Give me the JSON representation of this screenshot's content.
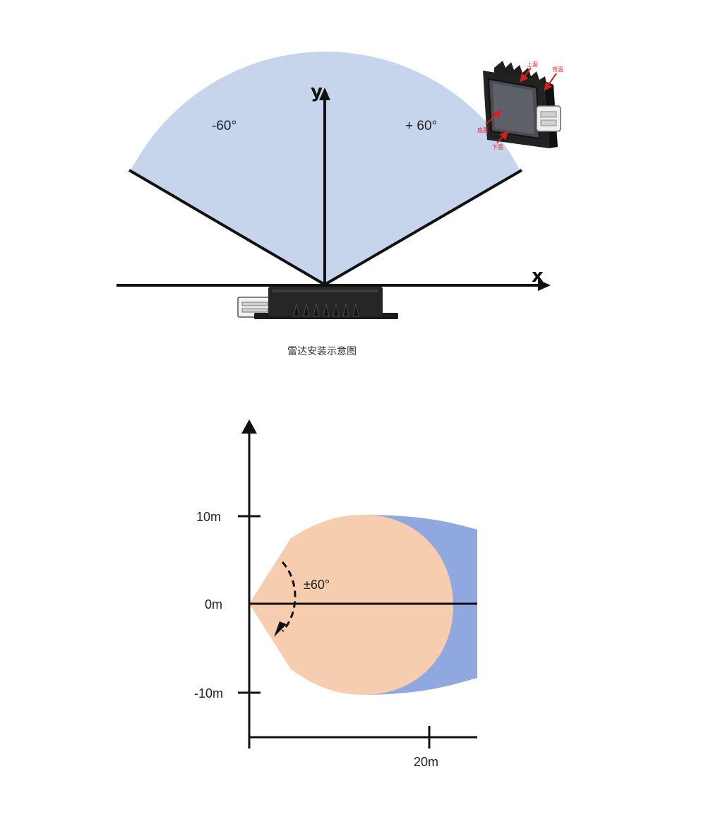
{
  "top_diagram": {
    "axis_y_label": "y",
    "axis_x_label": "x",
    "angle_left_label": "-60°",
    "angle_right_label": "+ 60°",
    "caption": "雷达安装示意图",
    "fov_color": "#c6d4ec",
    "product_inset": {
      "labels": {
        "top": "上面",
        "back": "背面",
        "bottom_face": "底面",
        "lower": "下面"
      },
      "arrow_color": "#d42020"
    }
  },
  "bottom_diagram": {
    "y_ticks": [
      "10m",
      "0m",
      "-10m"
    ],
    "x_ticks": [
      "20m"
    ],
    "angle_label": "±60°",
    "near_zone_color": "#f7cdb0",
    "far_zone_color": "#8fa8e0"
  }
}
